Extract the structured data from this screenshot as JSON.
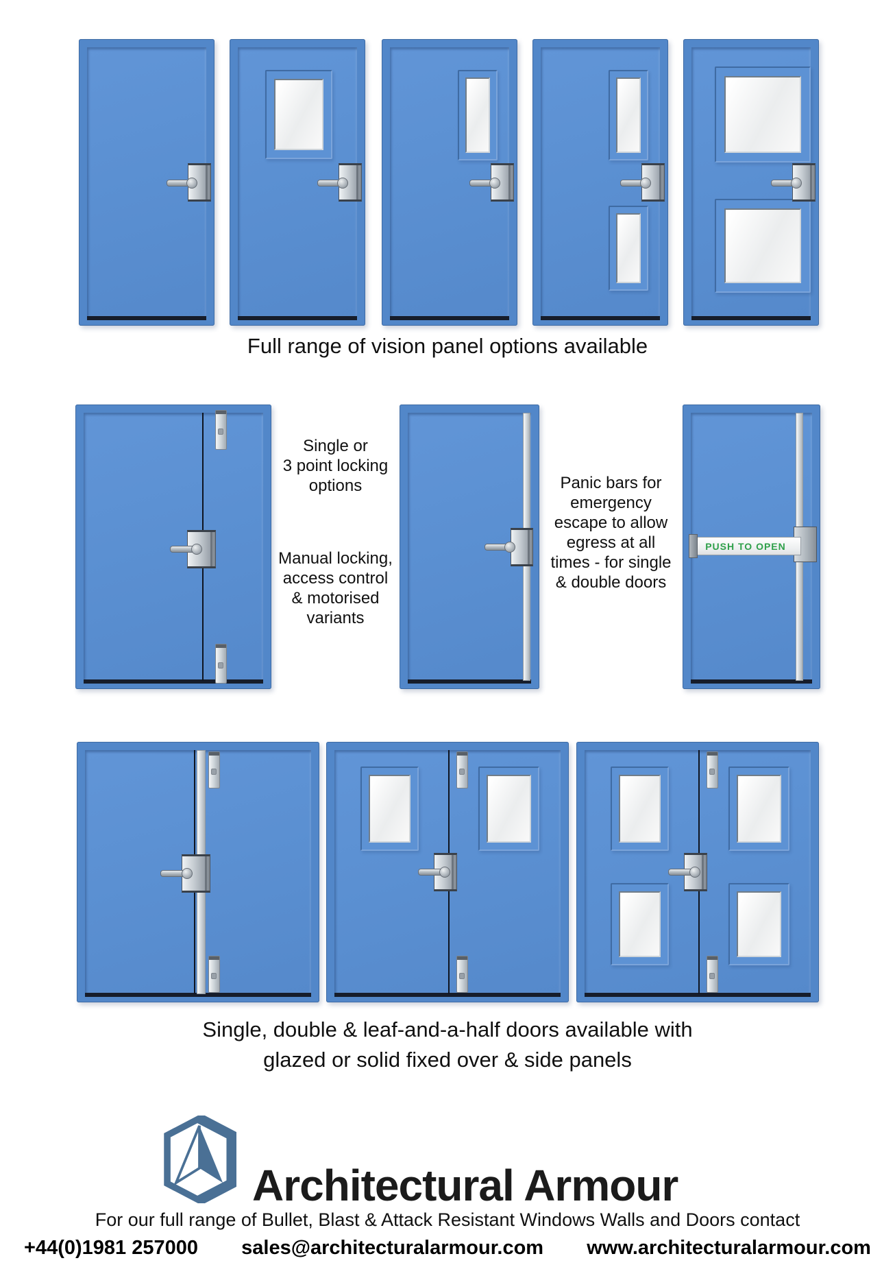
{
  "top": {
    "caption": "Full range of vision panel options available",
    "door_variants": [
      "solid",
      "single vision panel",
      "narrow vision panel",
      "two narrow vision panels",
      "two large vision panels"
    ]
  },
  "middle": {
    "note1": {
      "lines": [
        "Single or",
        "3 point locking",
        "options"
      ]
    },
    "note2": {
      "lines": [
        "Manual locking,",
        "access control",
        "& motorised",
        "variants"
      ]
    },
    "note3": {
      "lines": [
        "Panic bars for",
        "emergency",
        "escape to allow",
        "egress at all",
        "times - for single",
        "& double doors"
      ]
    },
    "panic_bar_label": "PUSH TO OPEN",
    "door_variants": [
      "leaf-and-a-half with 3 point locking",
      "single with vertical locking rod",
      "single with panic bar"
    ]
  },
  "bottom": {
    "caption_lines": [
      "Single, double & leaf-and-a-half doors available with",
      "glazed or solid fixed over & side panels"
    ],
    "door_variants": [
      "double solid with panic rod",
      "double with two vision panels",
      "double with four vision panels"
    ]
  },
  "brand": {
    "name": "Architectural Armour"
  },
  "footer": {
    "contact_line": "For our full range of Bullet, Blast & Attack Resistant Windows Walls and Doors contact",
    "phone": "+44(0)1981 257000",
    "email": "sales@architecturalarmour.com",
    "website": "www.architecturalarmour.com"
  },
  "colors": {
    "door_blue": "#5b90d2",
    "logo_blue": "#4a7095",
    "panic_green": "#2fa04a",
    "glass": "#f1f2f3"
  }
}
